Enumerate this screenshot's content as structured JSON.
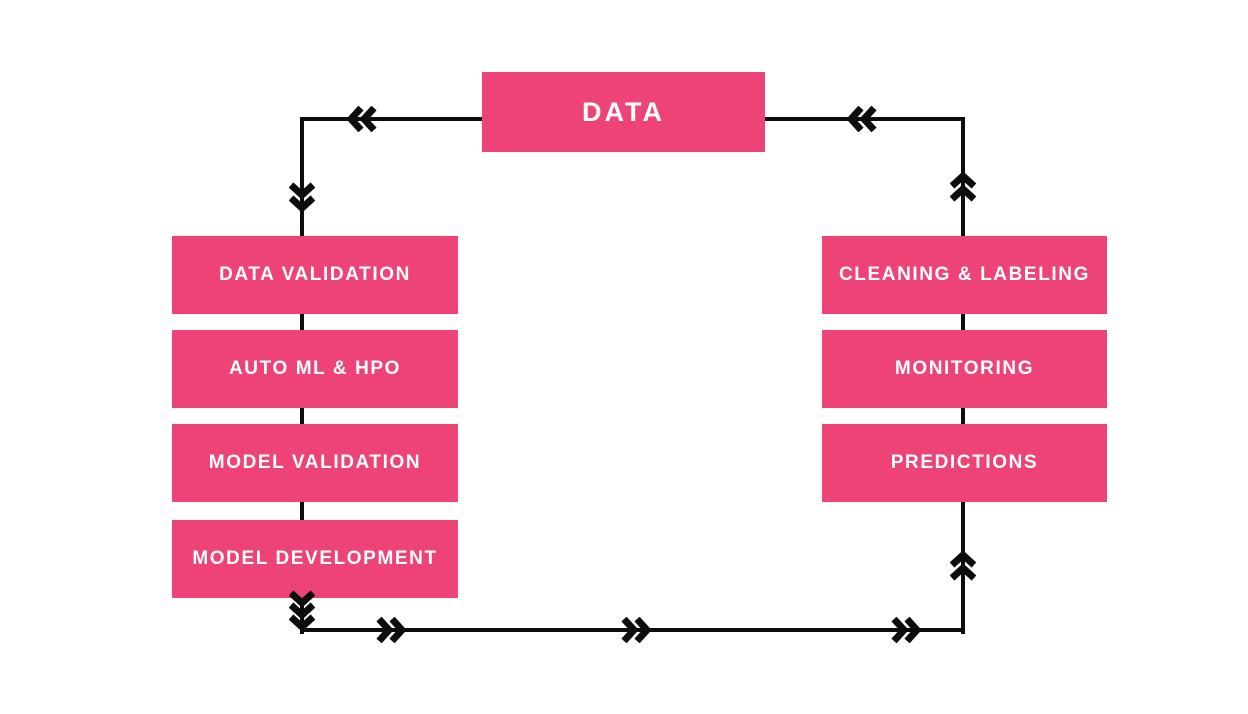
{
  "diagram": {
    "title_box": {
      "label": "DATA"
    },
    "left_column": [
      {
        "label": "DATA VALIDATION"
      },
      {
        "label": "AUTO ML & HPO"
      },
      {
        "label": "MODEL VALIDATION"
      },
      {
        "label": "MODEL DEVELOPMENT"
      }
    ],
    "right_column": [
      {
        "label": "CLEANING & LABELING"
      },
      {
        "label": "MONITORING"
      },
      {
        "label": "PREDICTIONS"
      }
    ],
    "flow": {
      "direction": "counter-clockwise cycle",
      "arrow_style": "double-chevron"
    },
    "colors": {
      "box_fill": "#ed4377",
      "box_text": "#ffffff",
      "line": "#0d0d0d",
      "background": "#ffffff"
    },
    "icons": {
      "chevron_left": "«",
      "chevron_right": "»",
      "chevron_up": "« rotated 90°",
      "chevron_down": "» rotated 90°"
    }
  }
}
